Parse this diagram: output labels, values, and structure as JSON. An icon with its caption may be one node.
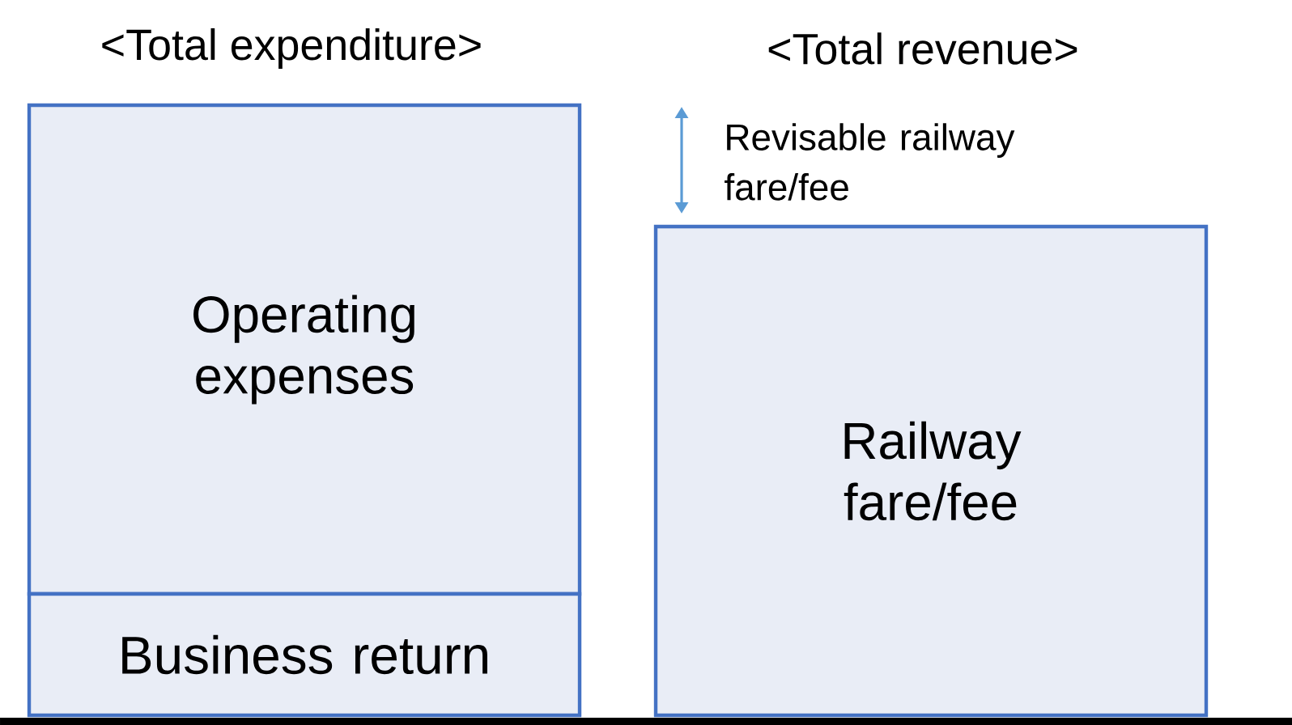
{
  "diagram": {
    "nodes": [
      {
        "text": [
          "Operating expenses"
        ]
      },
      {
        "text": [
          "Business return"
        ]
      },
      {
        "text": [
          "Railway fare/fee"
        ]
      }
    ],
    "labels": [
      "<Total expenditure>",
      "<Total revenue>",
      "Revisable railway fare/fee"
    ]
  }
}
